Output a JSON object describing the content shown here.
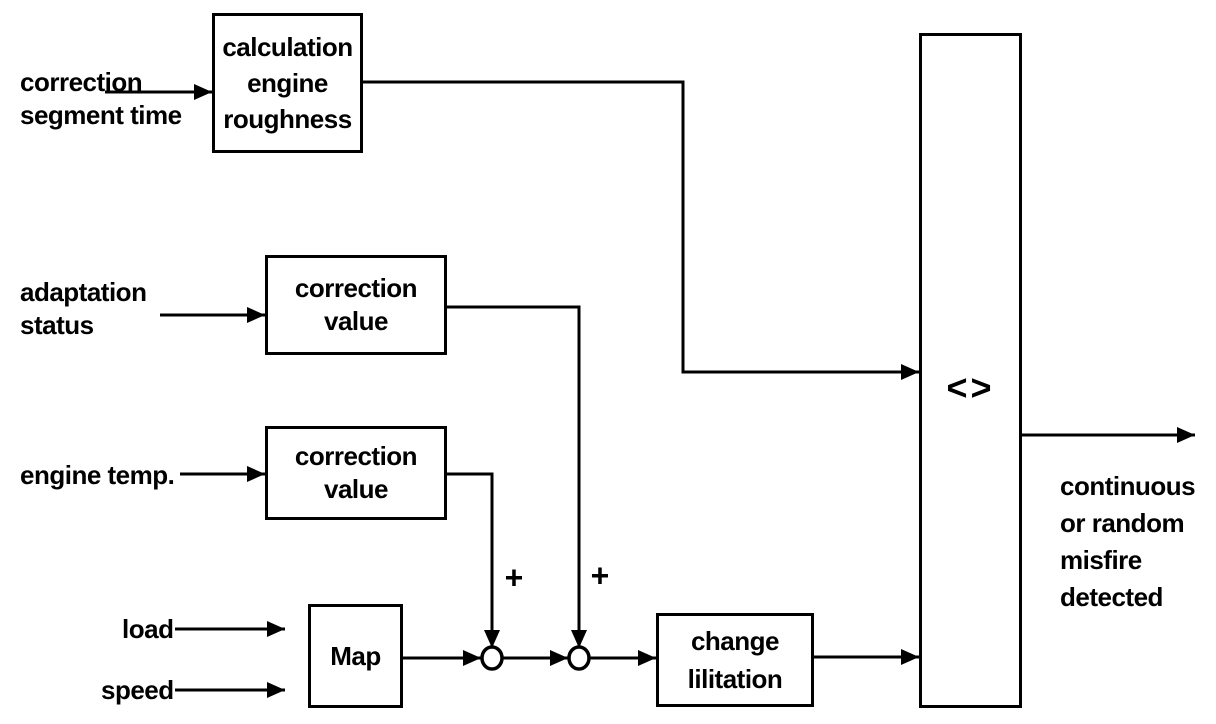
{
  "diagram": {
    "title_semantic": "misfire detection block diagram",
    "colors": {
      "background": "#ffffff",
      "line": "#000000",
      "text": "#000000"
    },
    "boxes": {
      "calculation": {
        "label": "calculation\nengine\nroughness"
      },
      "correction_value_1": {
        "label": "correction\nvalue"
      },
      "correction_value_2": {
        "label": "correction\nvalue"
      },
      "map": {
        "label": "Map"
      },
      "change_limitation": {
        "label": "change\nlilitation"
      },
      "comparator": {
        "label": "<>"
      }
    },
    "inputs": {
      "correction_segment_time": {
        "label": "correction\nsegment time"
      },
      "adaptation_status": {
        "label": "adaptation\nstatus"
      },
      "engine_temp": {
        "label": "engine temp."
      },
      "load": {
        "label": "load"
      },
      "speed": {
        "label": "speed"
      }
    },
    "output": {
      "label": "continuous\nor random\nmisfire\ndetected"
    },
    "operators": {
      "sum_1_sign": "+",
      "sum_2_sign": "+"
    }
  }
}
